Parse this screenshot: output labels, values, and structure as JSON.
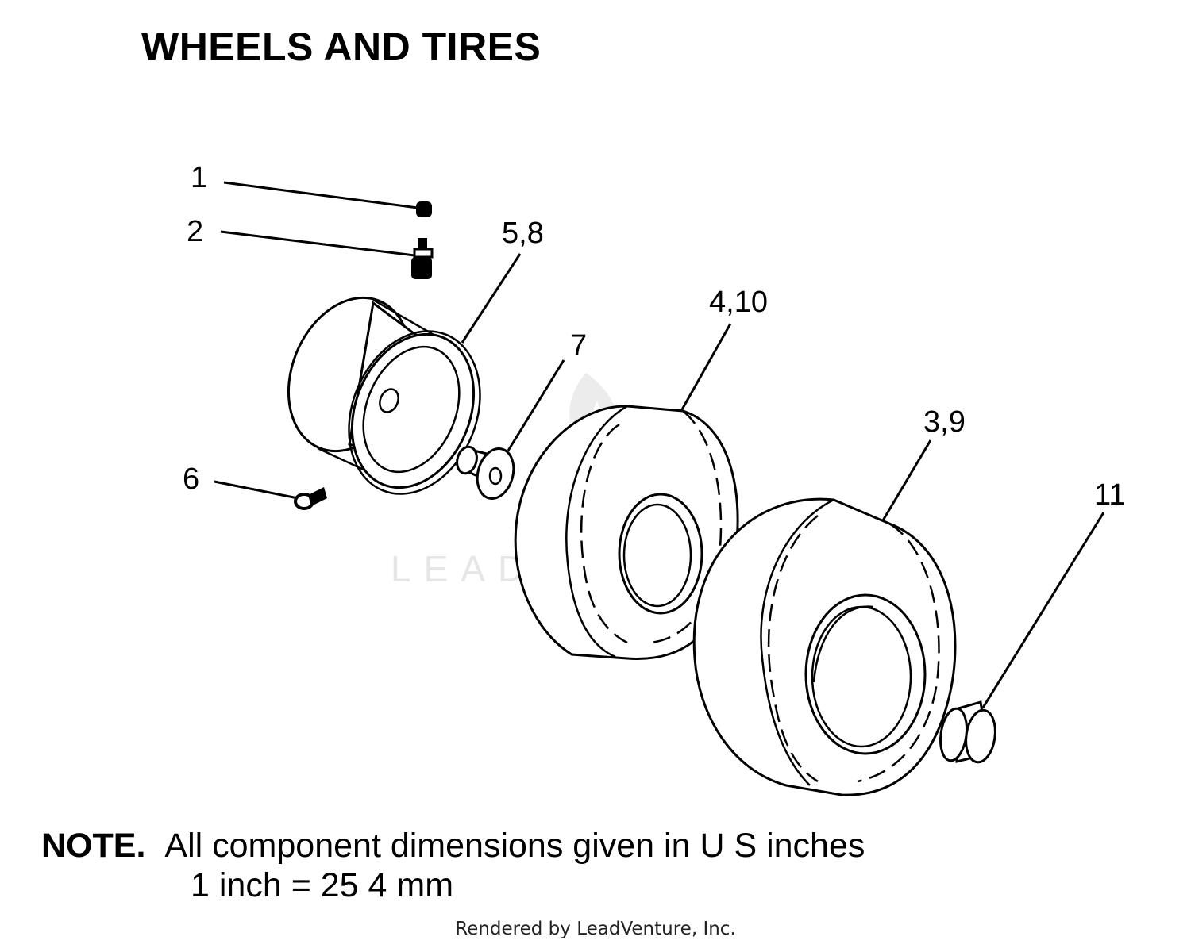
{
  "title": "WHEELS AND TIRES",
  "callouts": {
    "c1": "1",
    "c2": "2",
    "c58": "5,8",
    "c410": "4,10",
    "c7": "7",
    "c39": "3,9",
    "c6": "6",
    "c11": "11"
  },
  "note": {
    "label": "NOTE.",
    "line1": "All component dimensions given in U S  inches",
    "line2": "1 inch = 25 4 mm"
  },
  "footer": "Rendered by LeadVenture, Inc.",
  "watermark": {
    "text": "LEADVENTURE",
    "color": "#e6e6e6"
  }
}
